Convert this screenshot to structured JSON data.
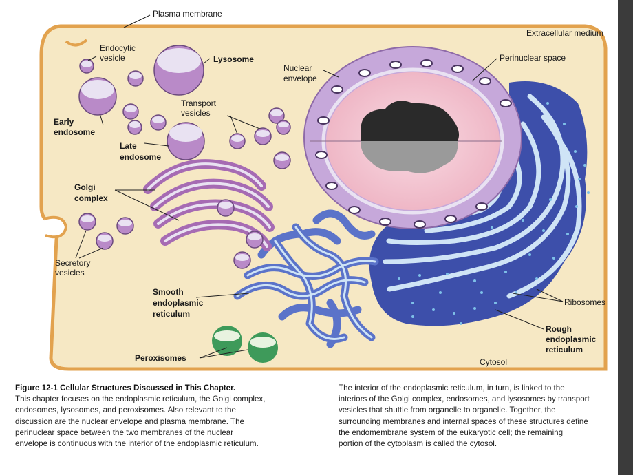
{
  "labels": {
    "plasma_membrane": "Plasma membrane",
    "extracellular_medium": "Extracellular medium",
    "endocytic_vesicle_1": "Endocytic",
    "endocytic_vesicle_2": "vesicle",
    "lysosome": "Lysosome",
    "nuclear_envelope_1": "Nuclear",
    "nuclear_envelope_2": "envelope",
    "perinuclear_space": "Perinuclear space",
    "transport_vesicles_1": "Transport",
    "transport_vesicles_2": "vesicles",
    "early_endosome_1": "Early",
    "early_endosome_2": "endosome",
    "late_endosome_1": "Late",
    "late_endosome_2": "endosome",
    "golgi_complex_1": "Golgi",
    "golgi_complex_2": "complex",
    "secretory_vesicles_1": "Secretory",
    "secretory_vesicles_2": "vesicles",
    "smooth_er_1": "Smooth",
    "smooth_er_2": "endoplasmic",
    "smooth_er_3": "reticulum",
    "ribosomes": "Ribosomes",
    "rough_er_1": "Rough",
    "rough_er_2": "endoplasmic",
    "rough_er_3": "reticulum",
    "peroxisomes": "Peroxisomes",
    "cytosol": "Cytosol"
  },
  "caption": {
    "title": "Figure 12-1   Cellular Structures Discussed in This Chapter.",
    "left_lines": [
      "This chapter focuses on the endoplasmic reticulum, the Golgi complex,",
      "endosomes, lysosomes, and peroxisomes. Also relevant to the",
      "discussion are the nuclear envelope and plasma membrane. The",
      "perinuclear space between the two membranes of the nuclear",
      "envelope is continuous with the interior of the endoplasmic reticulum."
    ],
    "right_lines": [
      "The interior of the endoplasmic reticulum, in turn, is linked to the",
      "interiors of the Golgi complex, endosomes, and lysosomes by transport",
      "vesicles that shuttle from organelle to organelle. Together, the",
      "surrounding membranes and internal spaces of these structures define",
      "the endomembrane system of the eukaryotic cell; the remaining",
      "portion of the cytoplasm is called the cytosol."
    ]
  },
  "colors": {
    "cell_fill": "#f6e8c4",
    "plasma_membrane": "#e2a24e",
    "vesicle": "#b98ac8",
    "vesicle_lumen": "#e9e2f2",
    "golgi": "#a66bb3",
    "nuclear_envelope": "#c6a8da",
    "nucleus": "#f3c2cf",
    "nucleolus": "#2a2a2a",
    "rough_er": "#3d4faa",
    "smooth_er": "#5b73c9",
    "er_lumen": "#cfe4f6",
    "peroxisome": "#3e9a5a"
  }
}
